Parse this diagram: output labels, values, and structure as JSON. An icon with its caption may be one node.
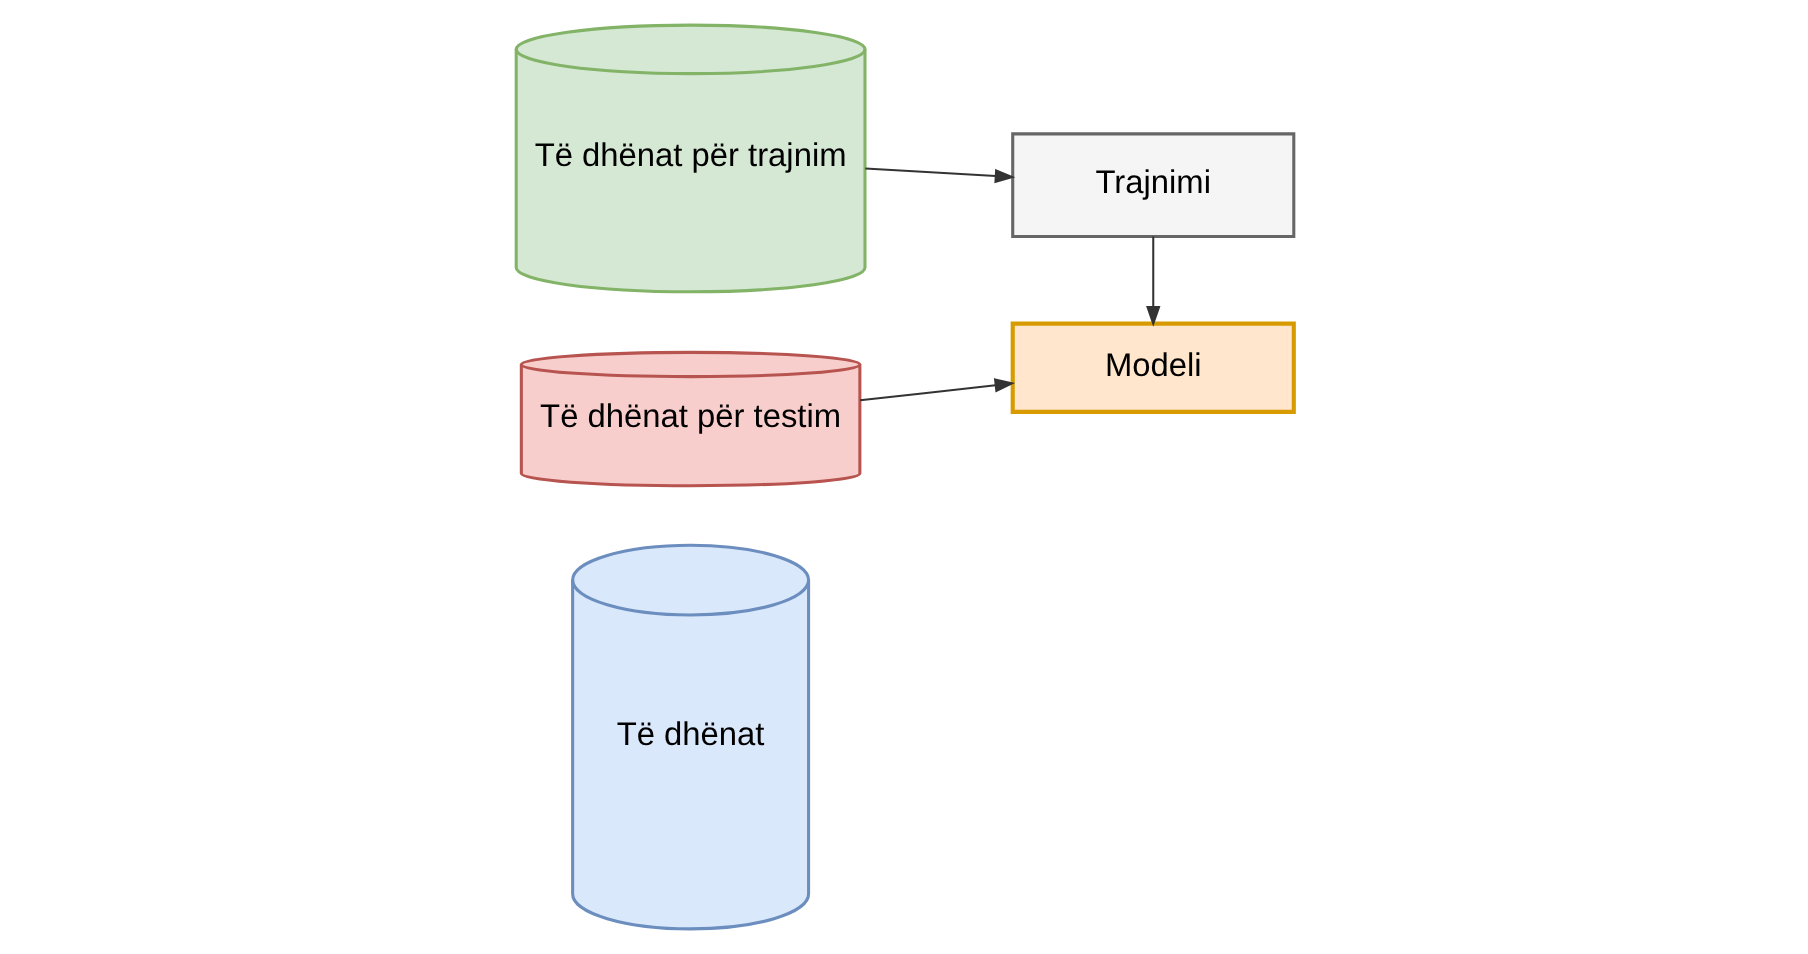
{
  "diagram": {
    "nodes": [
      {
        "text": [
          "Të dhënat"
        ]
      },
      {
        "text": [
          "Të dhënat për trajnim"
        ]
      },
      {
        "text": [
          "Të dhënat për testim"
        ]
      },
      {
        "text": [
          "Trajnimi"
        ]
      },
      {
        "text": [
          "Modeli"
        ]
      }
    ],
    "edges": [
      {
        "from": 1,
        "to": 3,
        "arrow": "to"
      },
      {
        "from": 3,
        "to": 4,
        "arrow": "to"
      },
      {
        "from": 2,
        "to": 4,
        "arrow": "to"
      }
    ]
  }
}
